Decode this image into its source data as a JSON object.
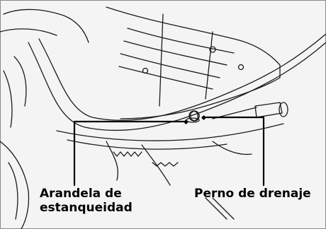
{
  "diagram": {
    "labels": {
      "sealing_washer_line1": "Arandela de",
      "sealing_washer_line2": "estanqueidad",
      "drain_bolt": "Perno de drenaje"
    },
    "colors": {
      "background": "#f4f4f4",
      "line": "#1a1a1a",
      "label_text": "#000000"
    }
  }
}
